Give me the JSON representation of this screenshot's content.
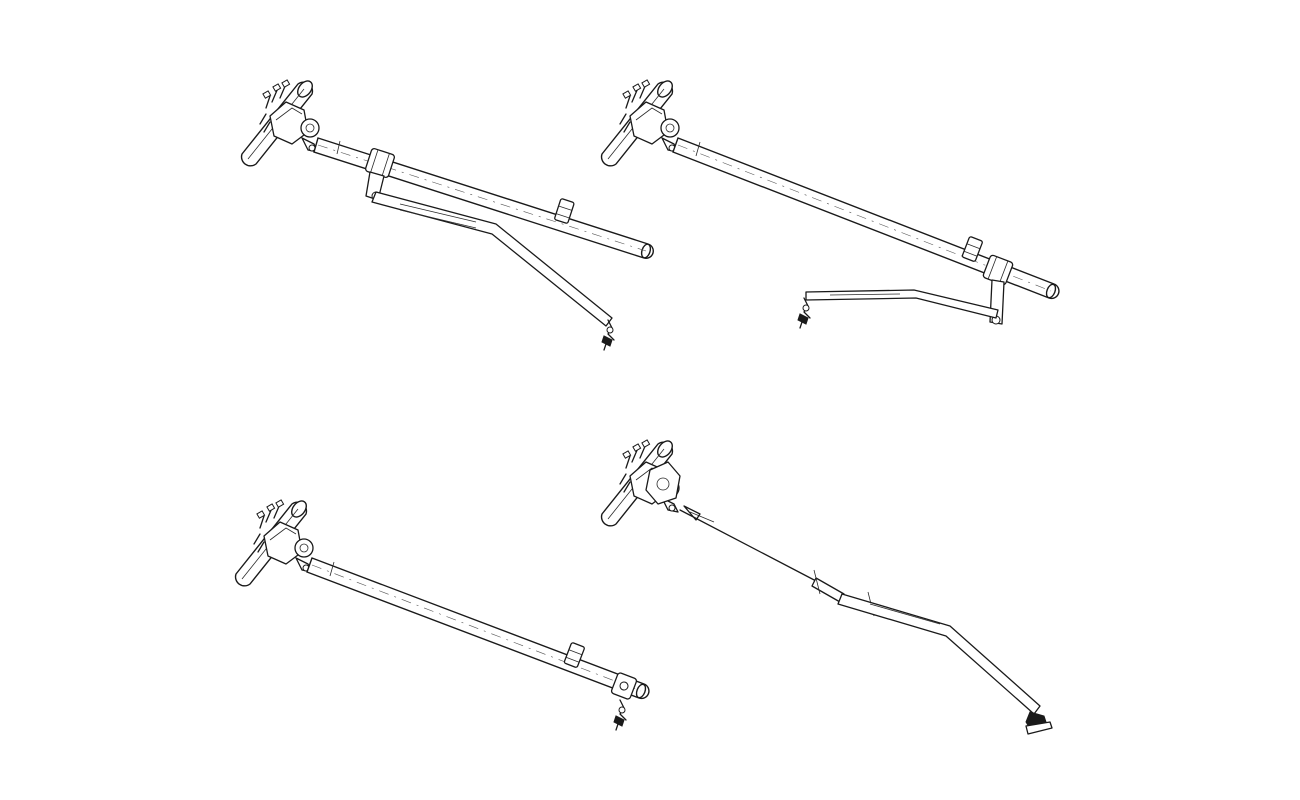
{
  "drawing": {
    "background": "#ffffff",
    "line_color": "#1a1a1a",
    "views": [
      {
        "id": "view-a",
        "description_name": "bracket-with-lower-strut-arm"
      },
      {
        "id": "view-b",
        "description_name": "bracket-with-rear-hanging-arm"
      },
      {
        "id": "view-c",
        "description_name": "bracket-with-straight-tube"
      },
      {
        "id": "view-d",
        "description_name": "bracket-with-cable-and-bent-arm"
      }
    ]
  }
}
